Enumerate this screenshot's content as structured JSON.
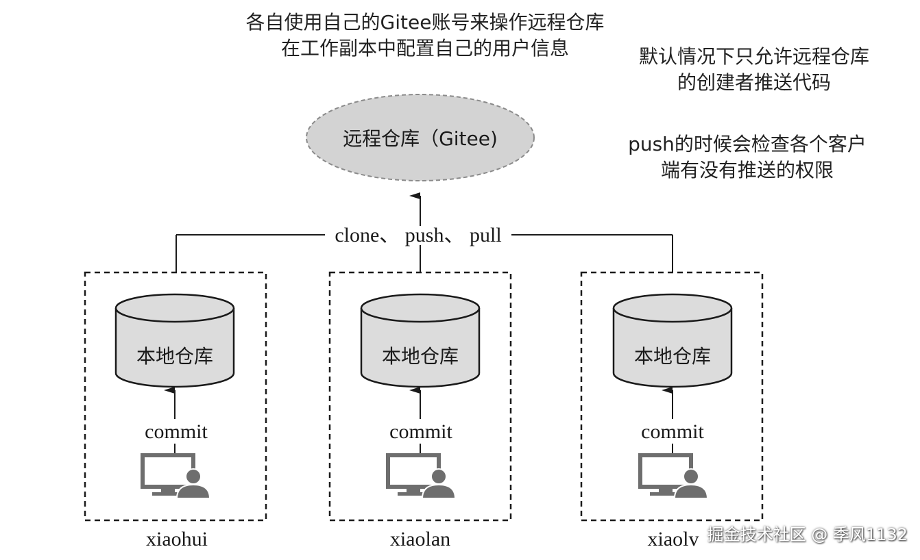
{
  "notes": {
    "top_line1": "各自使用自己的Gitee账号来操作远程仓库",
    "top_line2": "在工作副本中配置自己的用户信息",
    "right1_line1": "默认情况下只允许远程仓库",
    "right1_line2": "的创建者推送代码",
    "right2_line1": "push的时候会检查各个客户",
    "right2_line2": "端有没有推送的权限"
  },
  "remote": {
    "label": "远程仓库（Gitee)",
    "fill_color": "#d3d3d3"
  },
  "connector_label": "clone、 push、 pull",
  "clients": [
    {
      "user": "xiaohui",
      "repo_label": "本地仓库",
      "action_label": "commit",
      "icon": "computer-user-icon"
    },
    {
      "user": "xiaolan",
      "repo_label": "本地仓库",
      "action_label": "commit",
      "icon": "computer-user-icon"
    },
    {
      "user": "xiaolv",
      "repo_label": "本地仓库",
      "action_label": "commit",
      "icon": "computer-user-icon"
    }
  ],
  "colors": {
    "line": "#1a1a1a",
    "cylinder_fill": "#dcdcdc",
    "icon": "#6e6e6e"
  },
  "watermark": "掘金技术社区 @ 季风1132"
}
